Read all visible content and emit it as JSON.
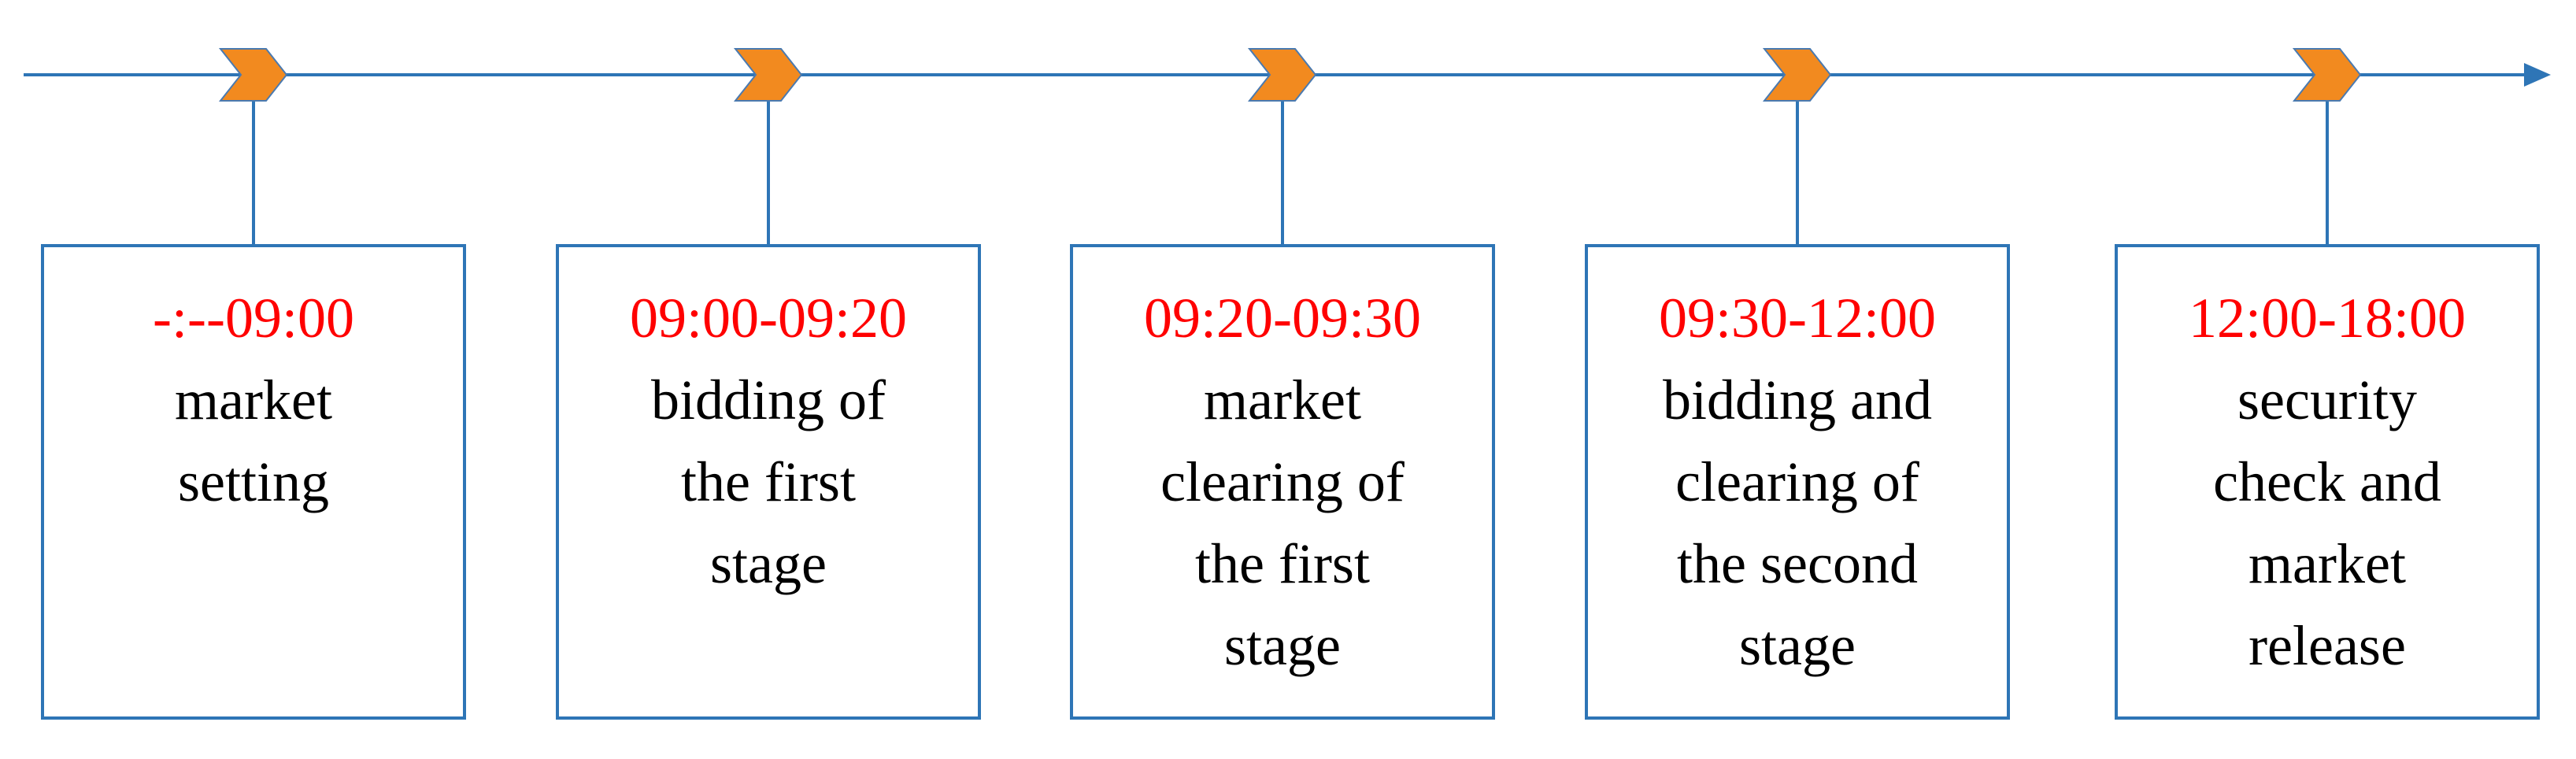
{
  "colors": {
    "line": "#2e75b6",
    "marker": "#f28a1f",
    "marker_stroke": "#4a7ab0",
    "time_text": "#ff0000",
    "label_text": "#000000",
    "box_border": "#2e75b6"
  },
  "icons": {
    "marker": "chevron-right-icon",
    "arrowhead": "arrowhead-icon"
  },
  "stages": [
    {
      "time": "-:--09:00",
      "label": "market\nsetting"
    },
    {
      "time": "09:00-09:20",
      "label": "bidding of\nthe  first\nstage"
    },
    {
      "time": "09:20-09:30",
      "label": "market\nclearing of\nthe first\nstage"
    },
    {
      "time": "09:30-12:00",
      "label": "bidding and\nclearing of\nthe  second\nstage"
    },
    {
      "time": "12:00-18:00",
      "label": "security\ncheck and\nmarket\nrelease"
    }
  ]
}
